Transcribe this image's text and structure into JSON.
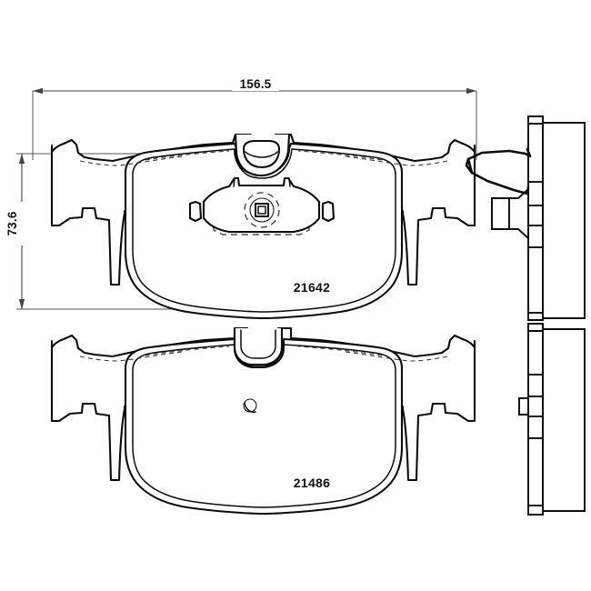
{
  "drawing": {
    "title": "Brake pad set technical drawing",
    "background_color": "#ffffff",
    "line_color": "#0b0b0b",
    "dimension_color": "#444444",
    "view_count": 3
  },
  "dimensions": {
    "width": {
      "label": "156.5",
      "unit": "mm",
      "orientation": "horizontal",
      "position": "top"
    },
    "height": {
      "label": "73.6",
      "unit": "mm",
      "orientation": "vertical",
      "position": "left"
    }
  },
  "parts": [
    {
      "id": "upper-pad",
      "part_number": "21642",
      "description": "Front brake pad with wear sensor cut-out, plan view",
      "features": [
        "center-notch",
        "backing-plate-detail",
        "left-ear",
        "right-ear",
        "friction-chamfer"
      ]
    },
    {
      "id": "lower-pad",
      "part_number": "21486",
      "description": "Front brake pad without sensor, plan view",
      "features": [
        "center-slot",
        "locating-hole",
        "left-ear",
        "right-ear",
        "friction-chamfer"
      ]
    },
    {
      "id": "side-view",
      "part_number": "",
      "description": "Edge view of pad stack with wear sensor wire clip and retaining pin",
      "features": [
        "wire-clip",
        "retaining-pin",
        "backing-plate-edge",
        "friction-material-edge"
      ]
    }
  ],
  "annotations": {
    "upper_part_label": "21642",
    "lower_part_label": "21486",
    "width_label": "156.5",
    "height_label": "73.6"
  }
}
